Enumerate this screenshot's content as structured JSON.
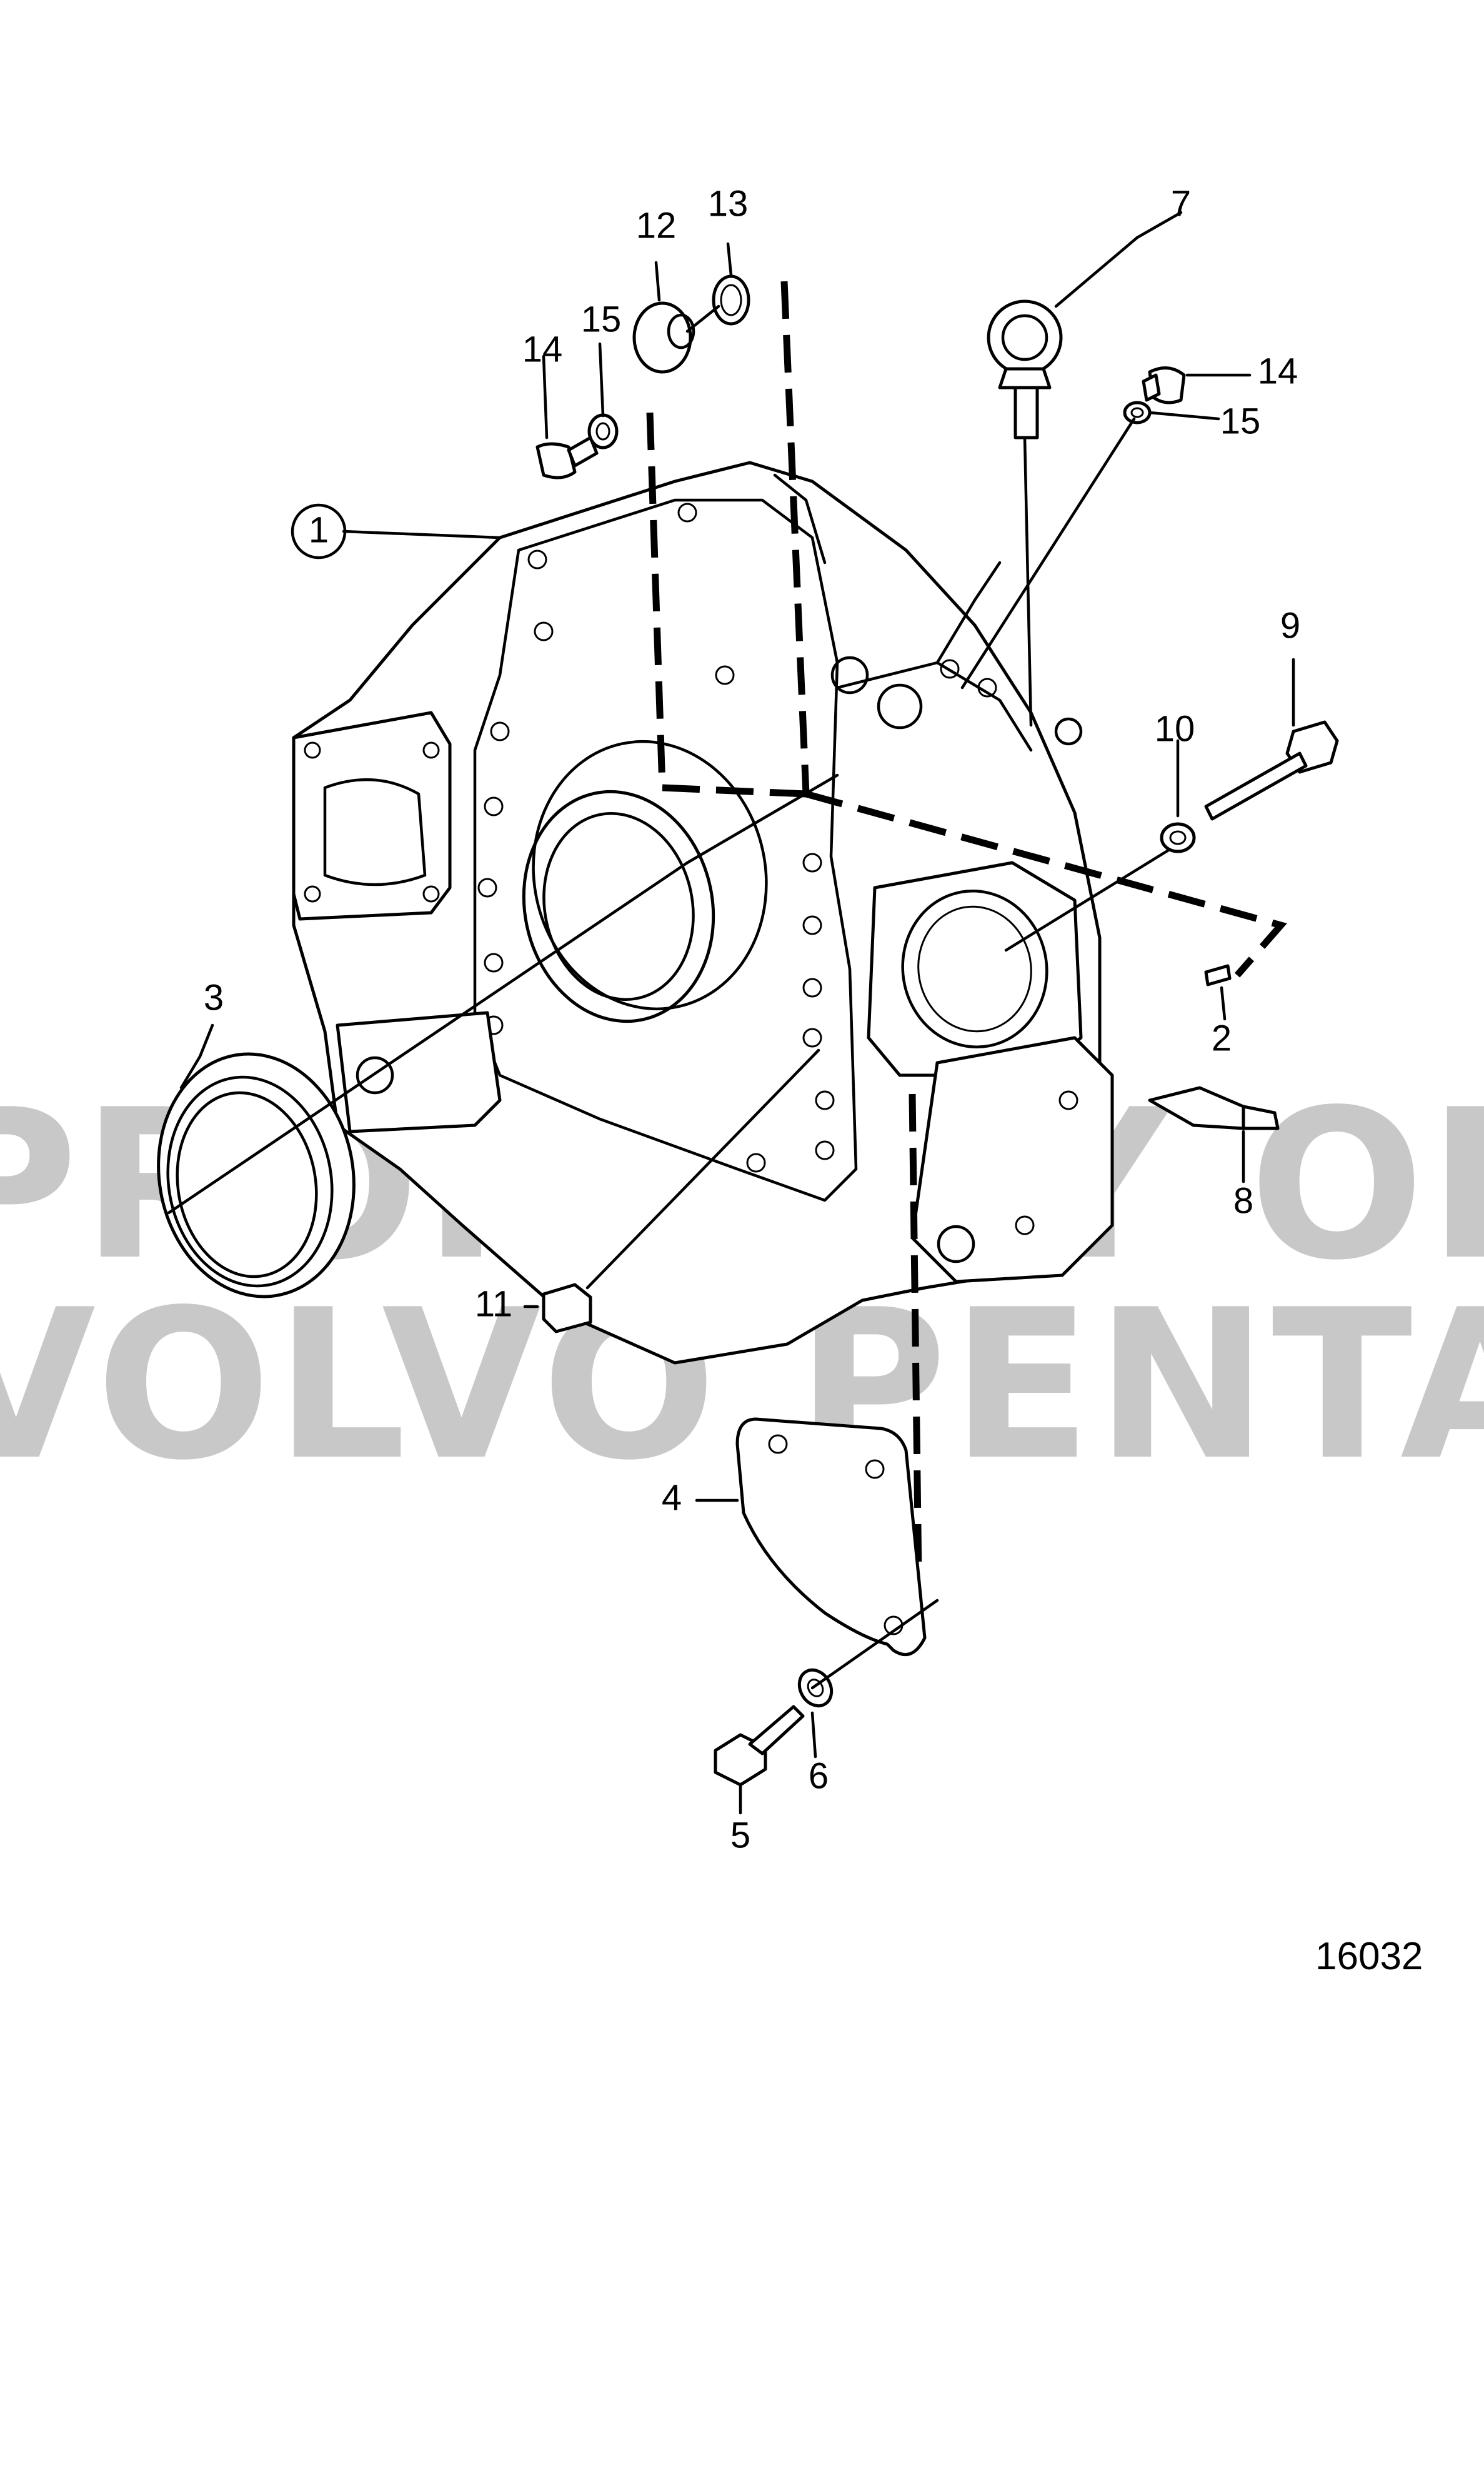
{
  "diagram": {
    "figure_number": "16032",
    "watermark": {
      "line1": "PROPERTY OF",
      "line2": "VOLVO PENTA"
    },
    "callouts": {
      "c1": "1",
      "c2": "2",
      "c3": "3",
      "c4": "4",
      "c5": "5",
      "c6": "6",
      "c7": "7",
      "c8": "8",
      "c9": "9",
      "c10": "10",
      "c11": "11",
      "c12": "12",
      "c13": "13",
      "c14a": "14",
      "c14b": "14",
      "c15a": "15",
      "c15b": "15"
    }
  }
}
